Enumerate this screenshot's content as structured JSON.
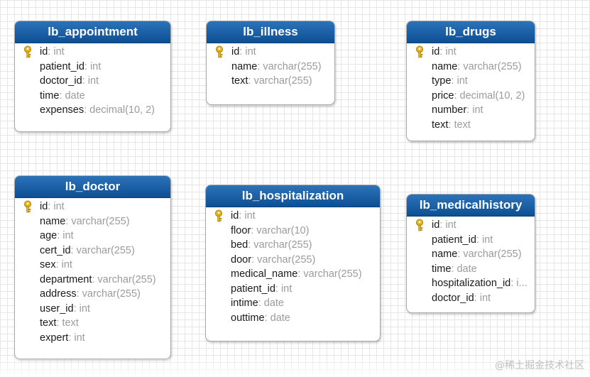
{
  "diagram": {
    "tables": [
      {
        "title": "lb_appointment",
        "columns": [
          {
            "name": "id",
            "type": "int",
            "key": true
          },
          {
            "name": "patient_id",
            "type": "int"
          },
          {
            "name": "doctor_id",
            "type": "int"
          },
          {
            "name": "time",
            "type": "date"
          },
          {
            "name": "expenses",
            "type": "decimal(10, 2)"
          }
        ]
      },
      {
        "title": "lb_illness",
        "columns": [
          {
            "name": "id",
            "type": "int",
            "key": true
          },
          {
            "name": "name",
            "type": "varchar(255)"
          },
          {
            "name": "text",
            "type": "varchar(255)"
          }
        ]
      },
      {
        "title": "lb_drugs",
        "columns": [
          {
            "name": "id",
            "type": "int",
            "key": true
          },
          {
            "name": "name",
            "type": "varchar(255)"
          },
          {
            "name": "type",
            "type": "int"
          },
          {
            "name": "price",
            "type": "decimal(10, 2)"
          },
          {
            "name": "number",
            "type": "int"
          },
          {
            "name": "text",
            "type": "text"
          }
        ]
      },
      {
        "title": "lb_doctor",
        "columns": [
          {
            "name": "id",
            "type": "int",
            "key": true
          },
          {
            "name": "name",
            "type": "varchar(255)"
          },
          {
            "name": "age",
            "type": "int"
          },
          {
            "name": "cert_id",
            "type": "varchar(255)"
          },
          {
            "name": "sex",
            "type": "int"
          },
          {
            "name": "department",
            "type": "varchar(255)"
          },
          {
            "name": "address",
            "type": "varchar(255)"
          },
          {
            "name": "user_id",
            "type": "int"
          },
          {
            "name": "text",
            "type": "text"
          },
          {
            "name": "expert",
            "type": "int"
          }
        ]
      },
      {
        "title": "lb_hospitalization",
        "columns": [
          {
            "name": "id",
            "type": "int",
            "key": true
          },
          {
            "name": "floor",
            "type": "varchar(10)"
          },
          {
            "name": "bed",
            "type": "varchar(255)"
          },
          {
            "name": "door",
            "type": "varchar(255)"
          },
          {
            "name": "medical_name",
            "type": "varchar(255)"
          },
          {
            "name": "patient_id",
            "type": "int"
          },
          {
            "name": "intime",
            "type": "date"
          },
          {
            "name": "outtime",
            "type": "date"
          }
        ]
      },
      {
        "title": "lb_medicalhistory",
        "columns": [
          {
            "name": "id",
            "type": "int",
            "key": true
          },
          {
            "name": "patient_id",
            "type": "int"
          },
          {
            "name": "name",
            "type": "varchar(255)"
          },
          {
            "name": "time",
            "type": "date"
          },
          {
            "name": "hospitalization_id",
            "type": "i..."
          },
          {
            "name": "doctor_id",
            "type": "int"
          }
        ]
      }
    ],
    "colors": {
      "header_top": "#2b73b9",
      "header_bottom": "#0e4f93",
      "type_text": "#9b9b9b",
      "key_icon": "#e5b21a"
    },
    "key_icon_name": "primary-key-icon"
  },
  "watermark": "@稀土掘金技术社区"
}
